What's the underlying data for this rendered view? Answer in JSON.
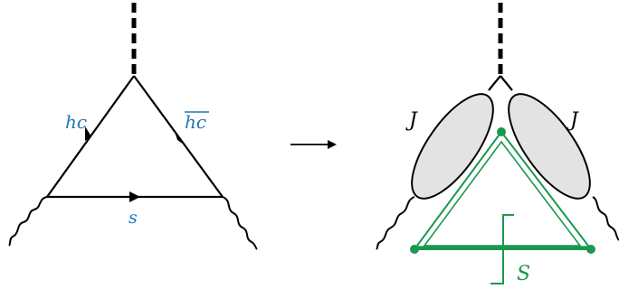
{
  "left_diagram": {
    "labels": {
      "hc": "hc",
      "hc_bar": "hc",
      "s": "s"
    }
  },
  "right_diagram": {
    "labels": {
      "jet_left": "J",
      "jet_right": "J",
      "soft_cut": "S"
    }
  },
  "colors": {
    "ink": "#000000",
    "label_blue": "#1f77b4",
    "soft_green": "#1a9850",
    "jet_fill": "#e3e3e3"
  }
}
